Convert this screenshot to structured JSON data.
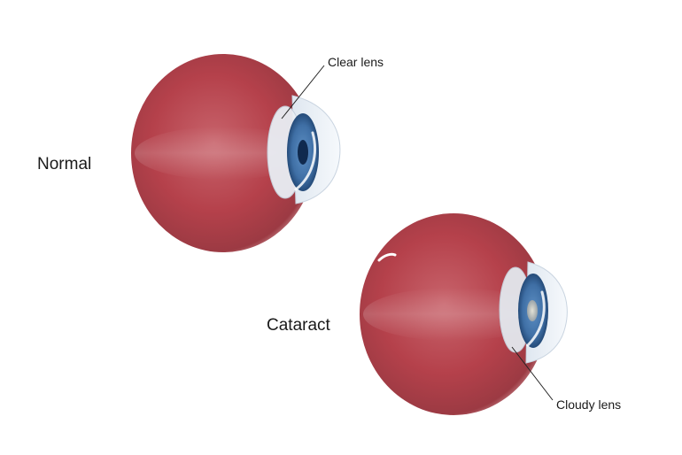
{
  "labels": {
    "normal": "Normal",
    "cataract": "Cataract",
    "clear_lens": "Clear lens",
    "cloudy_lens": "Cloudy lens"
  },
  "colors": {
    "eyeball": "#b5414b",
    "eyeball_highlight": "#d87c84",
    "iris": "#3f6fa5",
    "pupil": "#102a4e",
    "cloudy_pupil": "#c9c7b8",
    "lens": "#e9eef4",
    "leader_line": "#222222"
  }
}
